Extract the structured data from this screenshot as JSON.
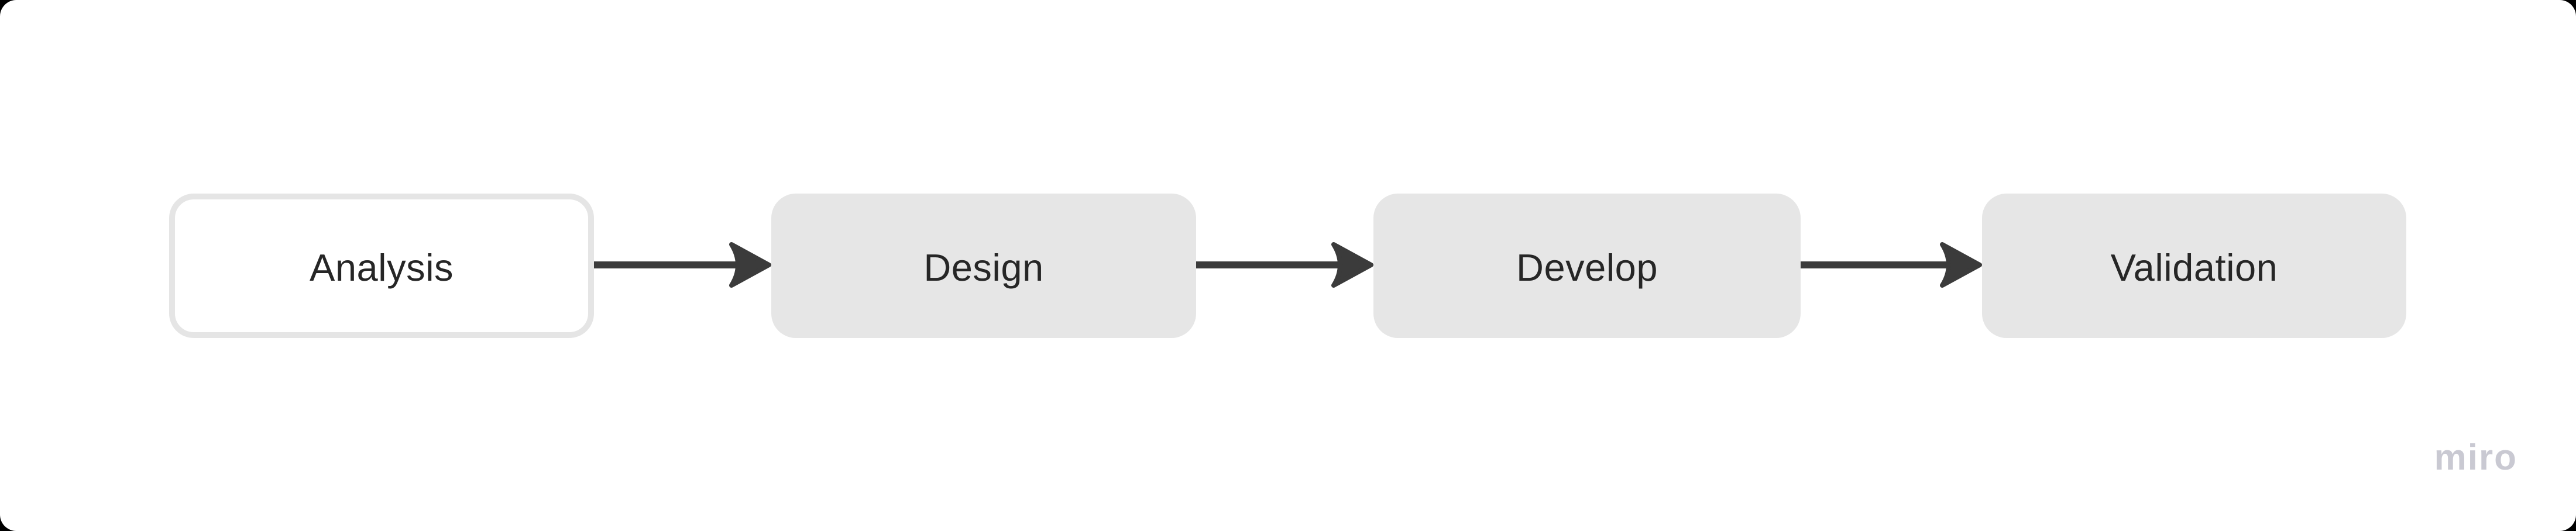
{
  "page": {
    "background": "#ffffff",
    "outside_color": "#000000",
    "watermark": "miro",
    "watermark_color": "#c9c9d2"
  },
  "diagram": {
    "type": "flowchart",
    "direction": "left-to-right",
    "text_color": "#262626",
    "edge_color": "#3b3b3b",
    "node_fill": "#e6e6e6",
    "nodes": [
      {
        "id": "analysis",
        "label": "Analysis",
        "fill": "#ffffff",
        "border": "#e5e5e5"
      },
      {
        "id": "design",
        "label": "Design",
        "fill": "#e6e6e6",
        "border": "none"
      },
      {
        "id": "develop",
        "label": "Develop",
        "fill": "#e6e6e6",
        "border": "none"
      },
      {
        "id": "validation",
        "label": "Validation",
        "fill": "#e6e6e6",
        "border": "none"
      }
    ],
    "edges": [
      {
        "from": "analysis",
        "to": "design"
      },
      {
        "from": "design",
        "to": "develop"
      },
      {
        "from": "develop",
        "to": "validation"
      }
    ]
  }
}
